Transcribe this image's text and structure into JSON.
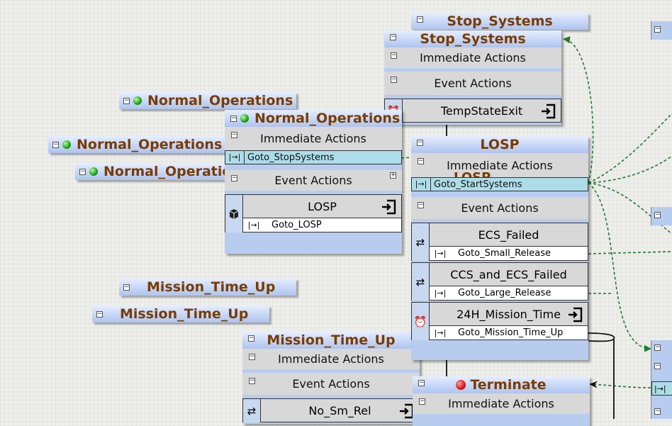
{
  "labels": {
    "stop_systems": "Stop_Systems",
    "normal_operations": "Normal_Operations",
    "mission_time_up": "Mission_Time_Up",
    "losp": "LOSP",
    "terminate": "Terminate",
    "immediate_actions": "Immediate Actions",
    "event_actions": "Event Actions",
    "collapse": "−",
    "expand": "+",
    "goto_icon": "|→|"
  },
  "stop_systems": {
    "event": "TempStateExit"
  },
  "normal_operations": {
    "immediate_goto": "Goto_StopSystems",
    "event": "LOSP",
    "event_goto": "Goto_LOSP"
  },
  "losp": {
    "immediate_goto": "Goto_StartSystems",
    "events": [
      {
        "name": "ECS_Failed",
        "goto": "Goto_Small_Release",
        "icon": "state-change-icon"
      },
      {
        "name": "CCS_and_ECS_Failed",
        "goto": "Goto_Large_Release",
        "icon": "state-change-icon"
      },
      {
        "name": "24H_Mission_Time",
        "goto": "Goto_Mission_Time_Up",
        "icon": "alarm-clock-icon"
      }
    ]
  },
  "mission_time_up": {
    "event": "No_Sm_Rel"
  },
  "colors": {
    "title_text": "#7a3c00",
    "header_top": "#e6eeff",
    "header_bottom": "#aec4ef",
    "goto_row": "#acdde8",
    "wire": "#1e7a32"
  }
}
